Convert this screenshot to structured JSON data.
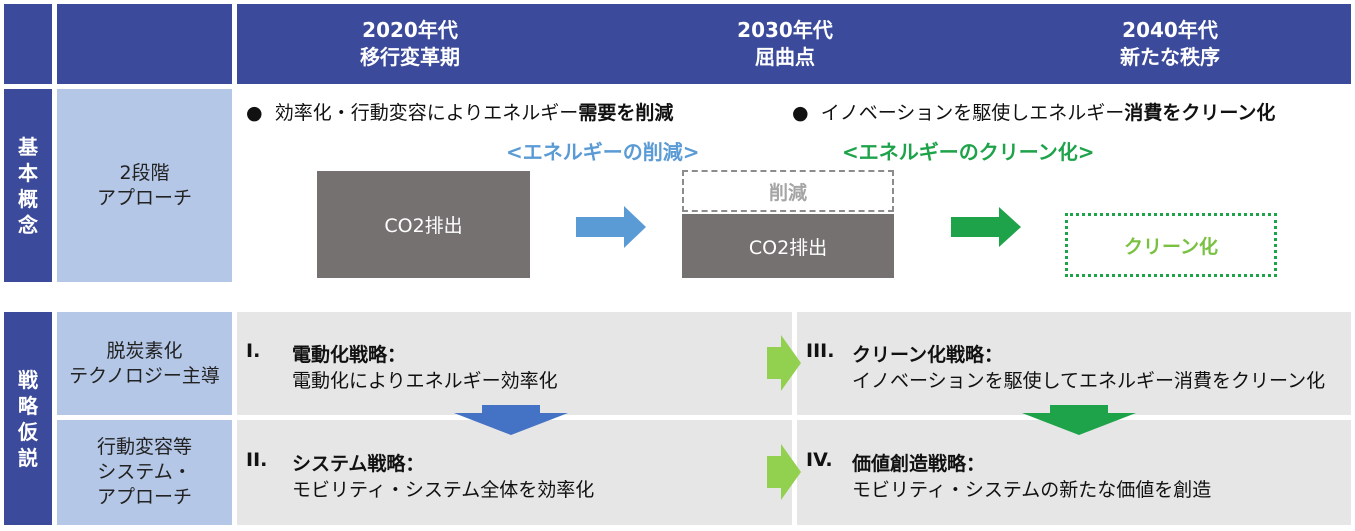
{
  "header": {
    "periods": [
      {
        "year": "2020年代",
        "label": "移行変革期"
      },
      {
        "year": "2030年代",
        "label": "屈曲点"
      },
      {
        "year": "2040年代",
        "label": "新たな秩序"
      }
    ]
  },
  "basic_concept": {
    "row_label": [
      "基",
      "本",
      "概",
      "念"
    ],
    "approach_label": [
      "2段階",
      "アプローチ"
    ],
    "bullet_left": {
      "marker": "●",
      "text": "効率化・行動変容によりエネルギー",
      "emph": "需要を削減"
    },
    "bullet_right": {
      "marker": "●",
      "text": "イノベーションを駆使しエネルギー",
      "emph": "消費をクリーン化"
    },
    "subtitle_left": "<エネルギーの削減>",
    "subtitle_right": "<エネルギーのクリーン化>",
    "co2_label": "CO2排出",
    "reduction_label": "削減",
    "clean_label": "クリーン化",
    "colors": {
      "subtitle_left": "#5b9bd5",
      "subtitle_right": "#1ea34a",
      "blue_arrow": "#5b9bd5",
      "green_arrow": "#1ea34a"
    }
  },
  "strategy": {
    "row_label": [
      "戦",
      "略",
      "仮",
      "説"
    ],
    "categories": [
      [
        "脱炭素化",
        "テクノロジー主導"
      ],
      [
        "行動変容等",
        "システム・",
        "アプローチ"
      ]
    ],
    "items": [
      {
        "num": "I.",
        "title": "電動化戦略：",
        "desc": "電動化によりエネルギー効率化"
      },
      {
        "num": "II.",
        "title": "システム戦略：",
        "desc": "モビリティ・システム全体を効率化"
      },
      {
        "num": "III.",
        "title": "クリーン化戦略：",
        "desc": "イノベーションを駆使してエネルギー消費をクリーン化"
      },
      {
        "num": "IV.",
        "title": "価値創造戦略：",
        "desc": "モビリティ・システムの新たな価値を創造"
      }
    ]
  }
}
